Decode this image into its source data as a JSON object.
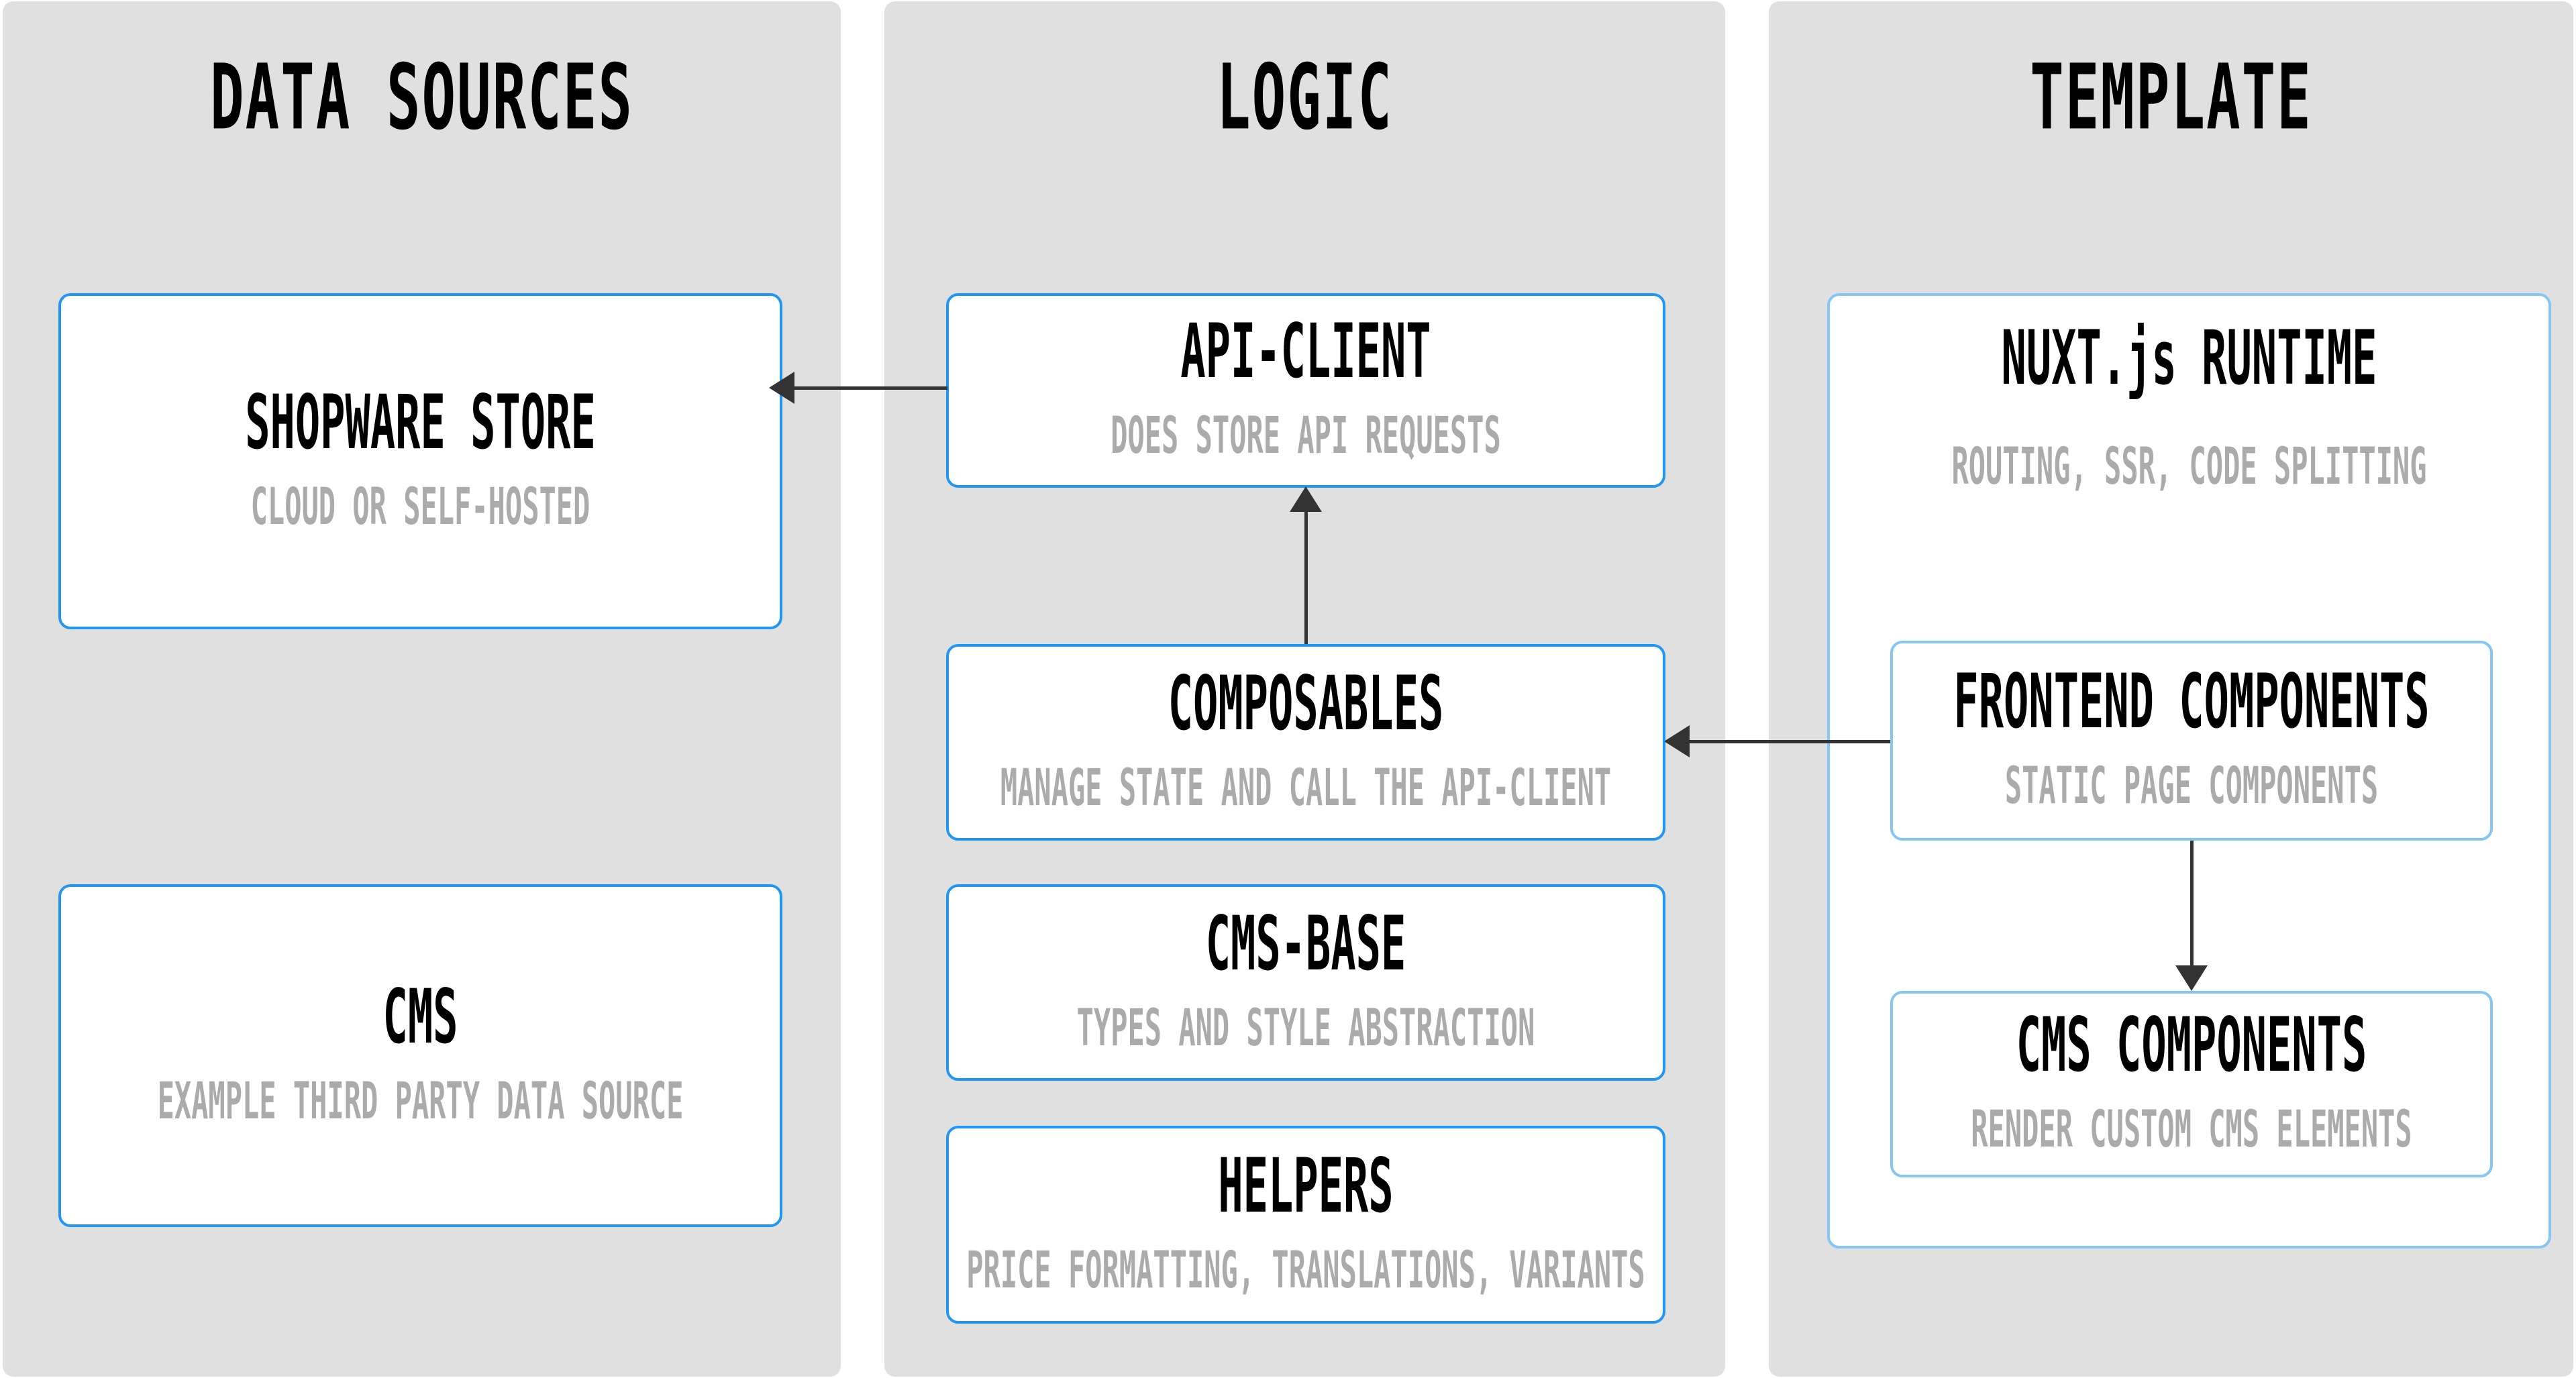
{
  "diagram": {
    "columns": [
      {
        "title": "DATA SOURCES",
        "boxes": [
          {
            "title": "SHOPWARE STORE",
            "subtitle": "CLOUD OR SELF-HOSTED"
          },
          {
            "title": "CMS",
            "subtitle": "EXAMPLE THIRD PARTY DATA SOURCE"
          }
        ]
      },
      {
        "title": "LOGIC",
        "boxes": [
          {
            "title": "API-CLIENT",
            "subtitle": "DOES STORE API REQUESTS"
          },
          {
            "title": "COMPOSABLES",
            "subtitle": "MANAGE STATE AND CALL THE API-CLIENT"
          },
          {
            "title": "CMS-BASE",
            "subtitle": "TYPES AND STYLE ABSTRACTION"
          },
          {
            "title": "HELPERS",
            "subtitle": "PRICE FORMATTING, TRANSLATIONS, VARIANTS"
          }
        ]
      },
      {
        "title": "TEMPLATE",
        "boxes": [
          {
            "title": "NUXT.js RUNTIME",
            "subtitle": "ROUTING, SSR, CODE SPLITTING"
          },
          {
            "title": "FRONTEND COMPONENTS",
            "subtitle": "STATIC PAGE COMPONENTS"
          },
          {
            "title": "CMS COMPONENTS",
            "subtitle": "RENDER CUSTOM CMS ELEMENTS"
          }
        ]
      }
    ],
    "arrows": [
      {
        "from": "API-CLIENT",
        "to": "SHOPWARE STORE",
        "direction": "left"
      },
      {
        "from": "COMPOSABLES",
        "to": "API-CLIENT",
        "direction": "up"
      },
      {
        "from": "FRONTEND COMPONENTS",
        "to": "COMPOSABLES",
        "direction": "left"
      },
      {
        "from": "FRONTEND COMPONENTS",
        "to": "CMS COMPONENTS",
        "direction": "down"
      }
    ],
    "colors": {
      "accent_blue": "#2196f3",
      "light_blue": "#85c6f6",
      "column_bg": "#e0e0e0",
      "subtitle_gray": "#ababab",
      "arrow": "#333333"
    }
  }
}
